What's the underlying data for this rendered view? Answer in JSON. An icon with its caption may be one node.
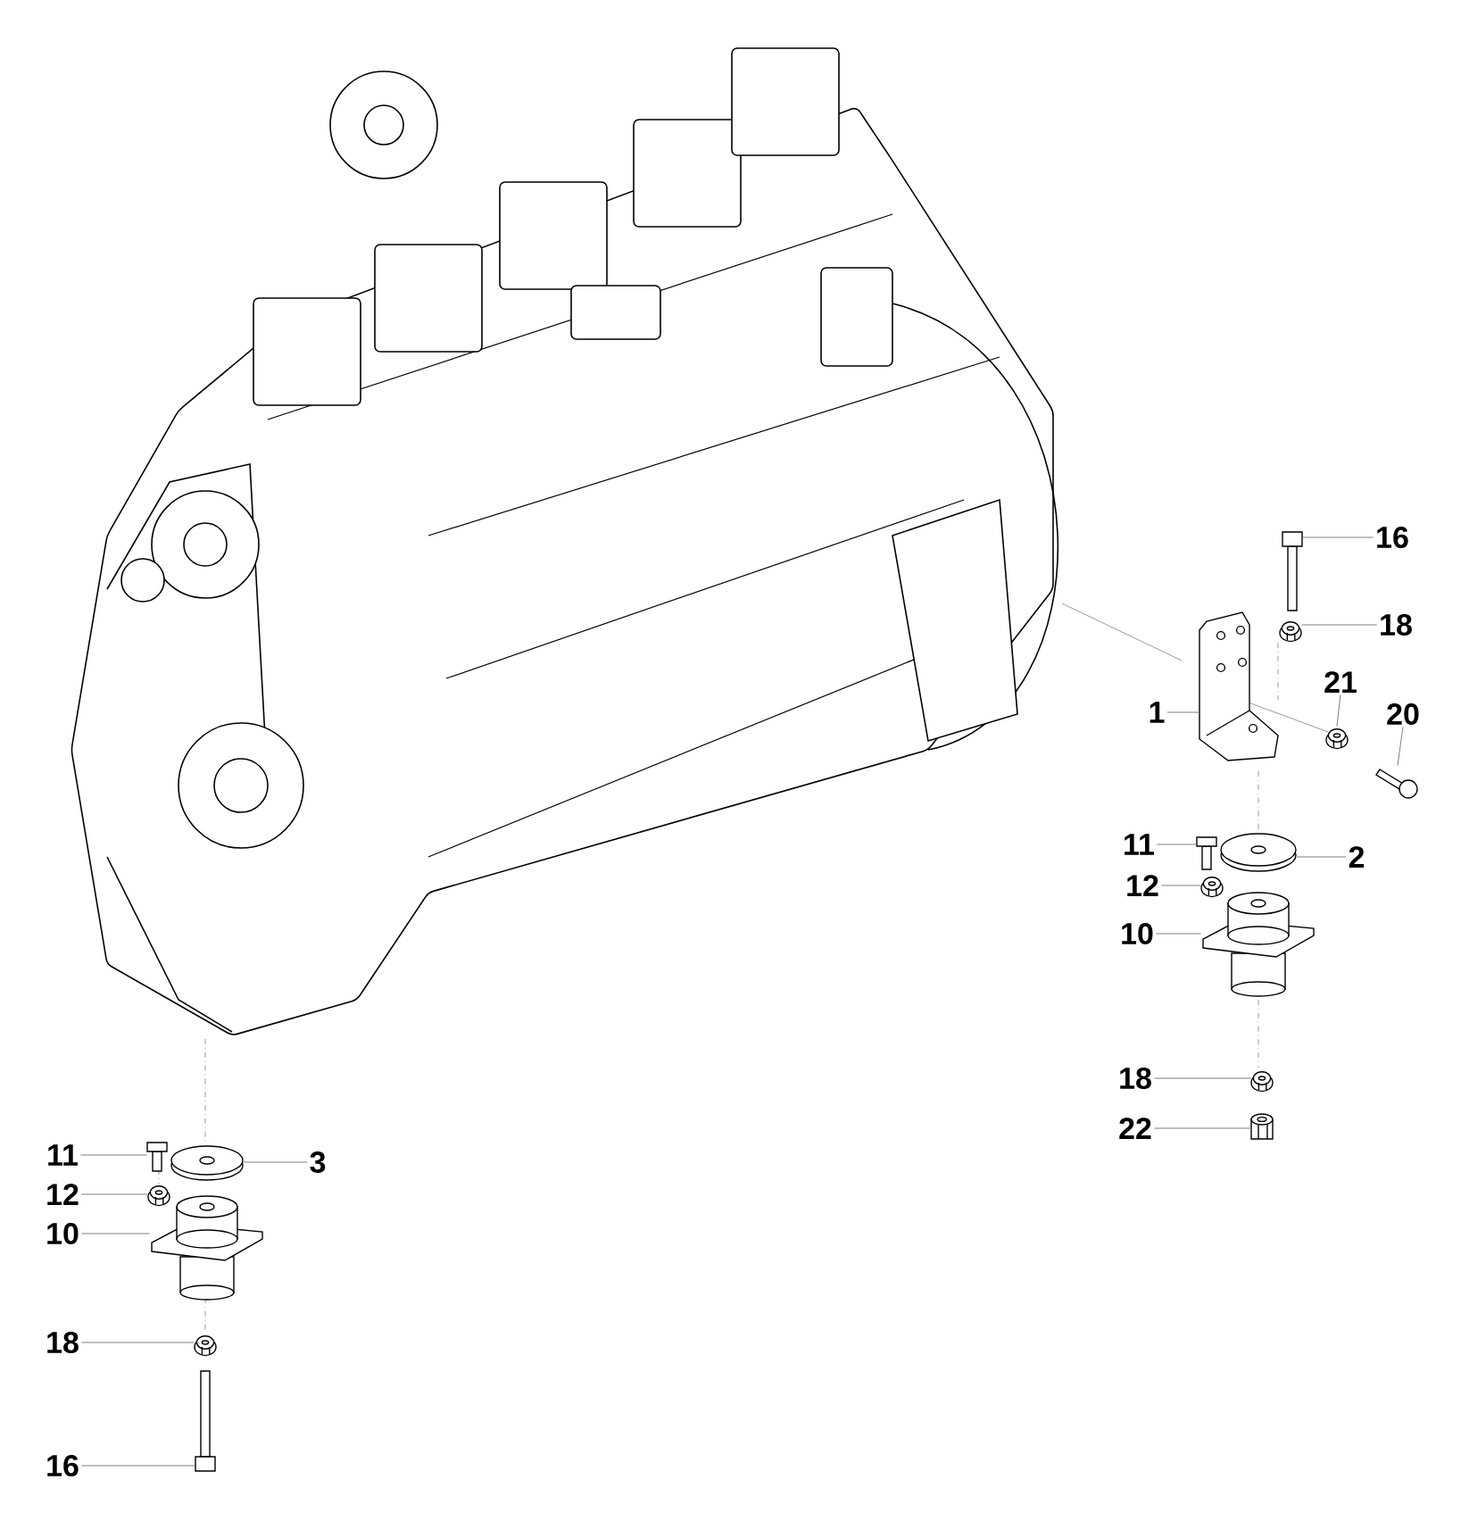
{
  "diagram": {
    "nodes": [
      {
        "text": [],
        "shape": "picture"
      },
      {
        "text": [
          "16"
        ]
      },
      {
        "text": [],
        "shape": "picture"
      },
      {
        "text": [
          "18"
        ]
      },
      {
        "text": [],
        "shape": "picture"
      },
      {
        "text": [
          "1"
        ]
      },
      {
        "text": [],
        "shape": "picture"
      },
      {
        "text": [
          "21"
        ]
      },
      {
        "text": [],
        "shape": "picture"
      },
      {
        "text": [
          "20"
        ]
      },
      {
        "text": [],
        "shape": "picture"
      },
      {
        "text": [
          "11"
        ]
      },
      {
        "text": [],
        "shape": "picture"
      },
      {
        "text": [
          "2"
        ]
      },
      {
        "text": [],
        "shape": "picture"
      },
      {
        "text": [
          "12"
        ]
      },
      {
        "text": [],
        "shape": "picture"
      },
      {
        "text": [
          "10"
        ]
      },
      {
        "text": [],
        "shape": "picture"
      },
      {
        "text": [
          "18"
        ]
      },
      {
        "text": [],
        "shape": "picture"
      },
      {
        "text": [
          "22"
        ]
      },
      {
        "text": [],
        "shape": "picture"
      },
      {
        "text": [
          "11"
        ]
      },
      {
        "text": [],
        "shape": "picture"
      },
      {
        "text": [
          "3"
        ]
      },
      {
        "text": [],
        "shape": "picture"
      },
      {
        "text": [
          "12"
        ]
      },
      {
        "text": [],
        "shape": "picture"
      },
      {
        "text": [
          "10"
        ]
      },
      {
        "text": [],
        "shape": "picture"
      },
      {
        "text": [
          "18"
        ]
      },
      {
        "text": [],
        "shape": "picture"
      },
      {
        "text": [
          "16"
        ]
      },
      {
        "text": [],
        "shape": "picture"
      }
    ],
    "edges": [
      {
        "from": 1,
        "to": 2,
        "arrow": "none"
      },
      {
        "from": 3,
        "to": 4,
        "arrow": "none"
      },
      {
        "from": 5,
        "to": 6,
        "arrow": "none"
      },
      {
        "from": 7,
        "to": 8,
        "arrow": "none"
      },
      {
        "from": 9,
        "to": 10,
        "arrow": "none"
      },
      {
        "from": 11,
        "to": 12,
        "arrow": "none"
      },
      {
        "from": 13,
        "to": 14,
        "arrow": "none"
      },
      {
        "from": 15,
        "to": 16,
        "arrow": "none"
      },
      {
        "from": 17,
        "to": 18,
        "arrow": "none"
      },
      {
        "from": 19,
        "to": 20,
        "arrow": "none"
      },
      {
        "from": 21,
        "to": 22,
        "arrow": "none"
      },
      {
        "from": 23,
        "to": 24,
        "arrow": "none"
      },
      {
        "from": 25,
        "to": 26,
        "arrow": "none"
      },
      {
        "from": 27,
        "to": 28,
        "arrow": "none"
      },
      {
        "from": 29,
        "to": 30,
        "arrow": "none"
      },
      {
        "from": 31,
        "to": 32,
        "arrow": "none"
      },
      {
        "from": 33,
        "to": 34,
        "arrow": "none"
      }
    ]
  }
}
